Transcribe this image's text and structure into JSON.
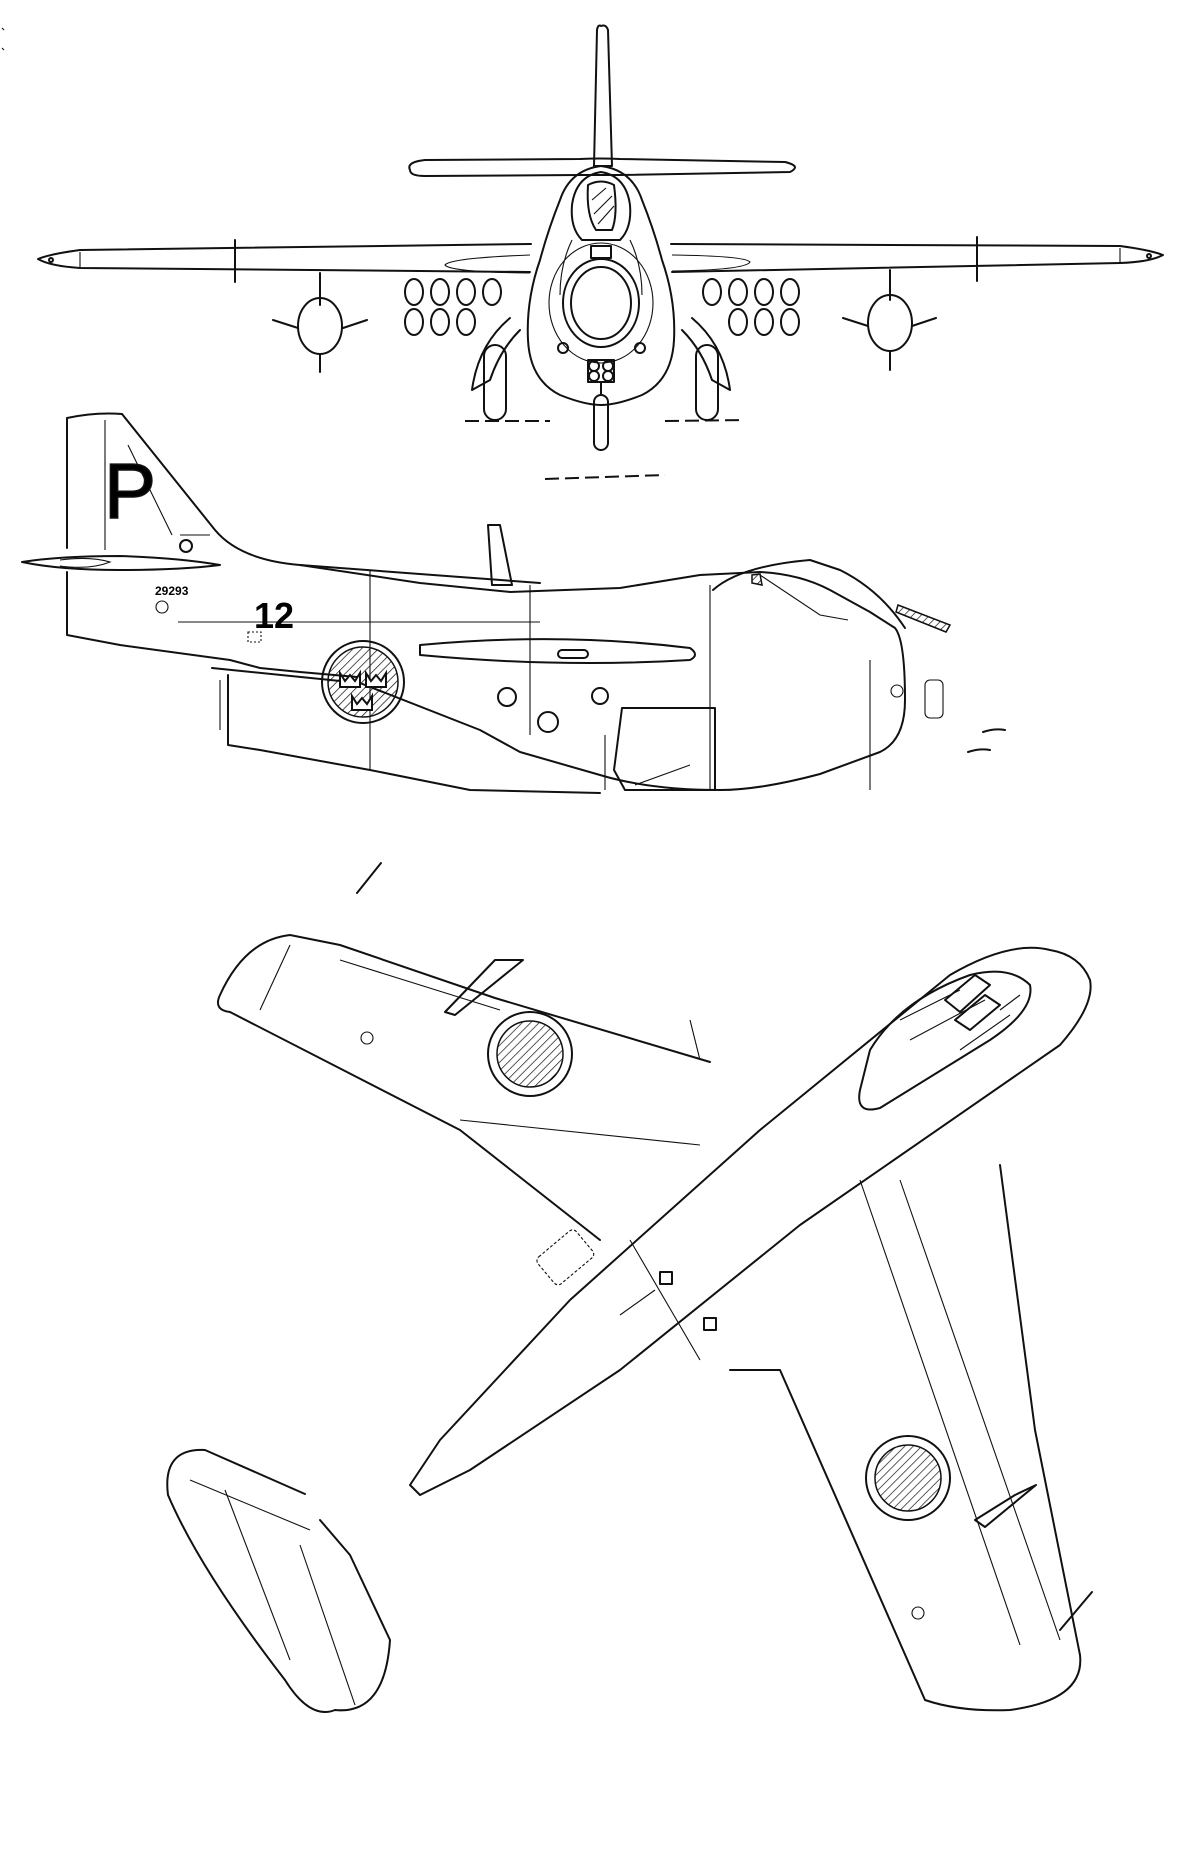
{
  "drawing": {
    "subject": "Three-view line drawing of a jet fighter aircraft",
    "views": [
      {
        "name": "front-view",
        "label": ""
      },
      {
        "name": "side-view",
        "label": ""
      },
      {
        "name": "top-view",
        "label": ""
      }
    ],
    "markings": {
      "tail_letter": "P",
      "serial_number": "29293",
      "fuselage_number": "12"
    },
    "colors": {
      "background": "#ffffff",
      "line": "#111111"
    }
  }
}
